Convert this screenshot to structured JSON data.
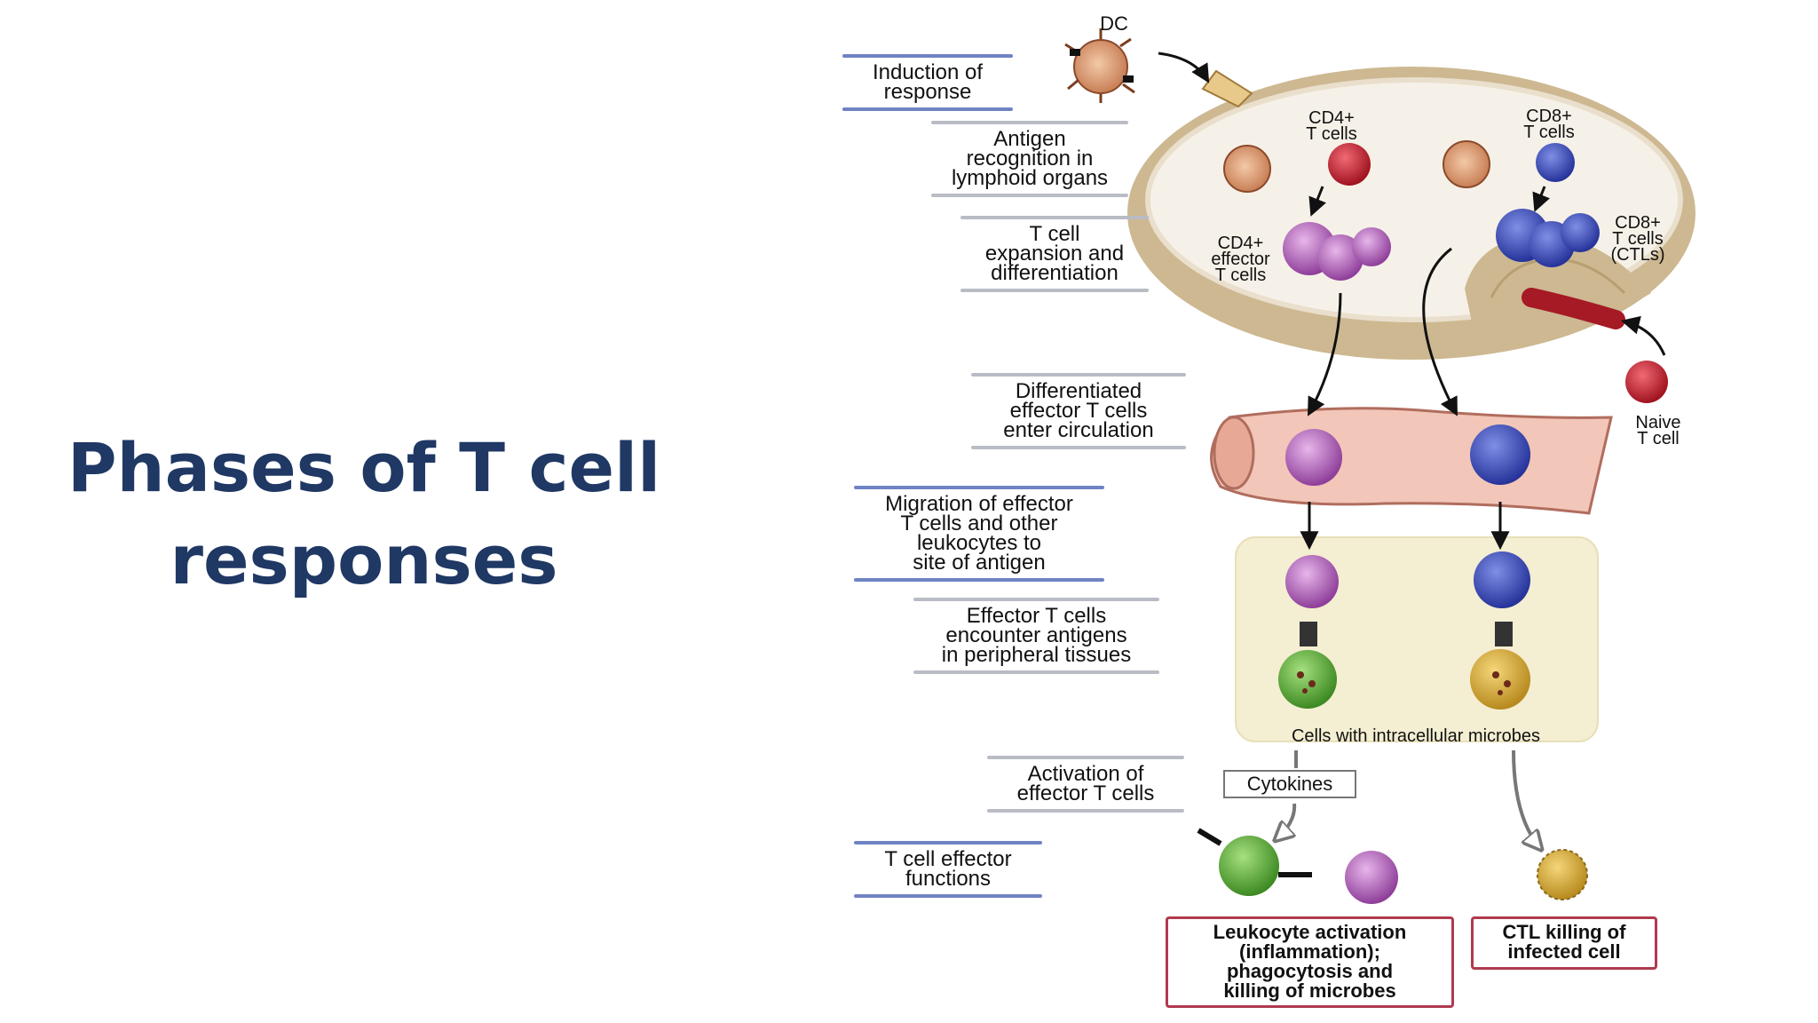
{
  "title": "Phases of T cell responses",
  "steps": {
    "induction": "Induction of\nresponse",
    "recognition": "Antigen\nrecognition in\nlymphoid organs",
    "expansion": "T cell\nexpansion and\ndifferentiation",
    "circulation": "Differentiated\neffector T cells\nenter circulation",
    "migration": "Migration of effector\nT cells and other\nleukocytes to\nsite of antigen",
    "encounter": "Effector T cells\nencounter antigens\nin peripheral tissues",
    "activation": "Activation of\neffector T cells",
    "effector": "T cell effector\nfunctions"
  },
  "cells": {
    "dc": "DC",
    "cd4": "CD4+\nT cells",
    "cd8": "CD8+\nT cells",
    "cd4_effector": "CD4+\neffector\nT cells",
    "cd8_ctl": "CD8+\nT cells\n(CTLs)",
    "naive": "Naive\nT cell",
    "intracellular": "Cells with intracellular microbes",
    "cytokines": "Cytokines"
  },
  "outcomes": {
    "leukocyte": "Leukocyte activation\n(inflammation);\nphagocytosis and\nkilling of microbes",
    "ctl_killing": "CTL killing of\ninfected cell"
  },
  "colors": {
    "title": "#1f3864",
    "cd4_cell": "#b05fb8",
    "cd8_cell": "#3f52b8",
    "naive_cell": "#c8283a",
    "lymph_node": "#d9c7a3",
    "vessel": "#f0c4b8",
    "tissue": "#f4eed2",
    "macrophage": "#5cae3a",
    "infected_cell": "#d7a83a"
  }
}
